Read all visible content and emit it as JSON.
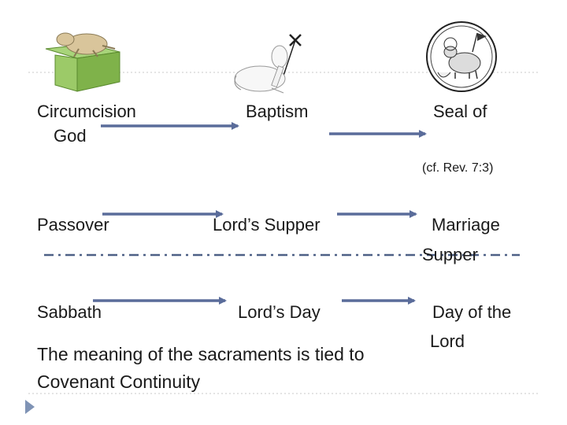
{
  "slide": {
    "row1": {
      "left_line1": "Circumcision",
      "left_line2": "God",
      "middle": "Baptism",
      "right": "Seal of",
      "reference": "(cf. Rev. 7:3)"
    },
    "row2": {
      "left": "Passover",
      "middle": "Lord’s Supper",
      "right_line1": "Marriage",
      "right_line2": "Supper"
    },
    "row3": {
      "left": "Sabbath",
      "middle": "Lord’s Day",
      "right_line1": "Day of the",
      "right_line2": "Lord"
    },
    "conclusion_line1": "The meaning of the sacraments is tied to",
    "conclusion_line2": "Covenant Continuity"
  },
  "icons": {
    "altar_lamb": "lamb-on-altar-icon",
    "baptism_lamb": "lamb-with-cross-icon",
    "seal_lamb": "lamb-seal-medallion-icon",
    "bullet": "triangle-bullet-icon"
  },
  "colors": {
    "arrow": "#5a6c9a",
    "dashed_line": "#4d6085",
    "divider": "#bfbfbf",
    "bullet": "#7f93b5",
    "altar_green": "#8bbf5a"
  }
}
